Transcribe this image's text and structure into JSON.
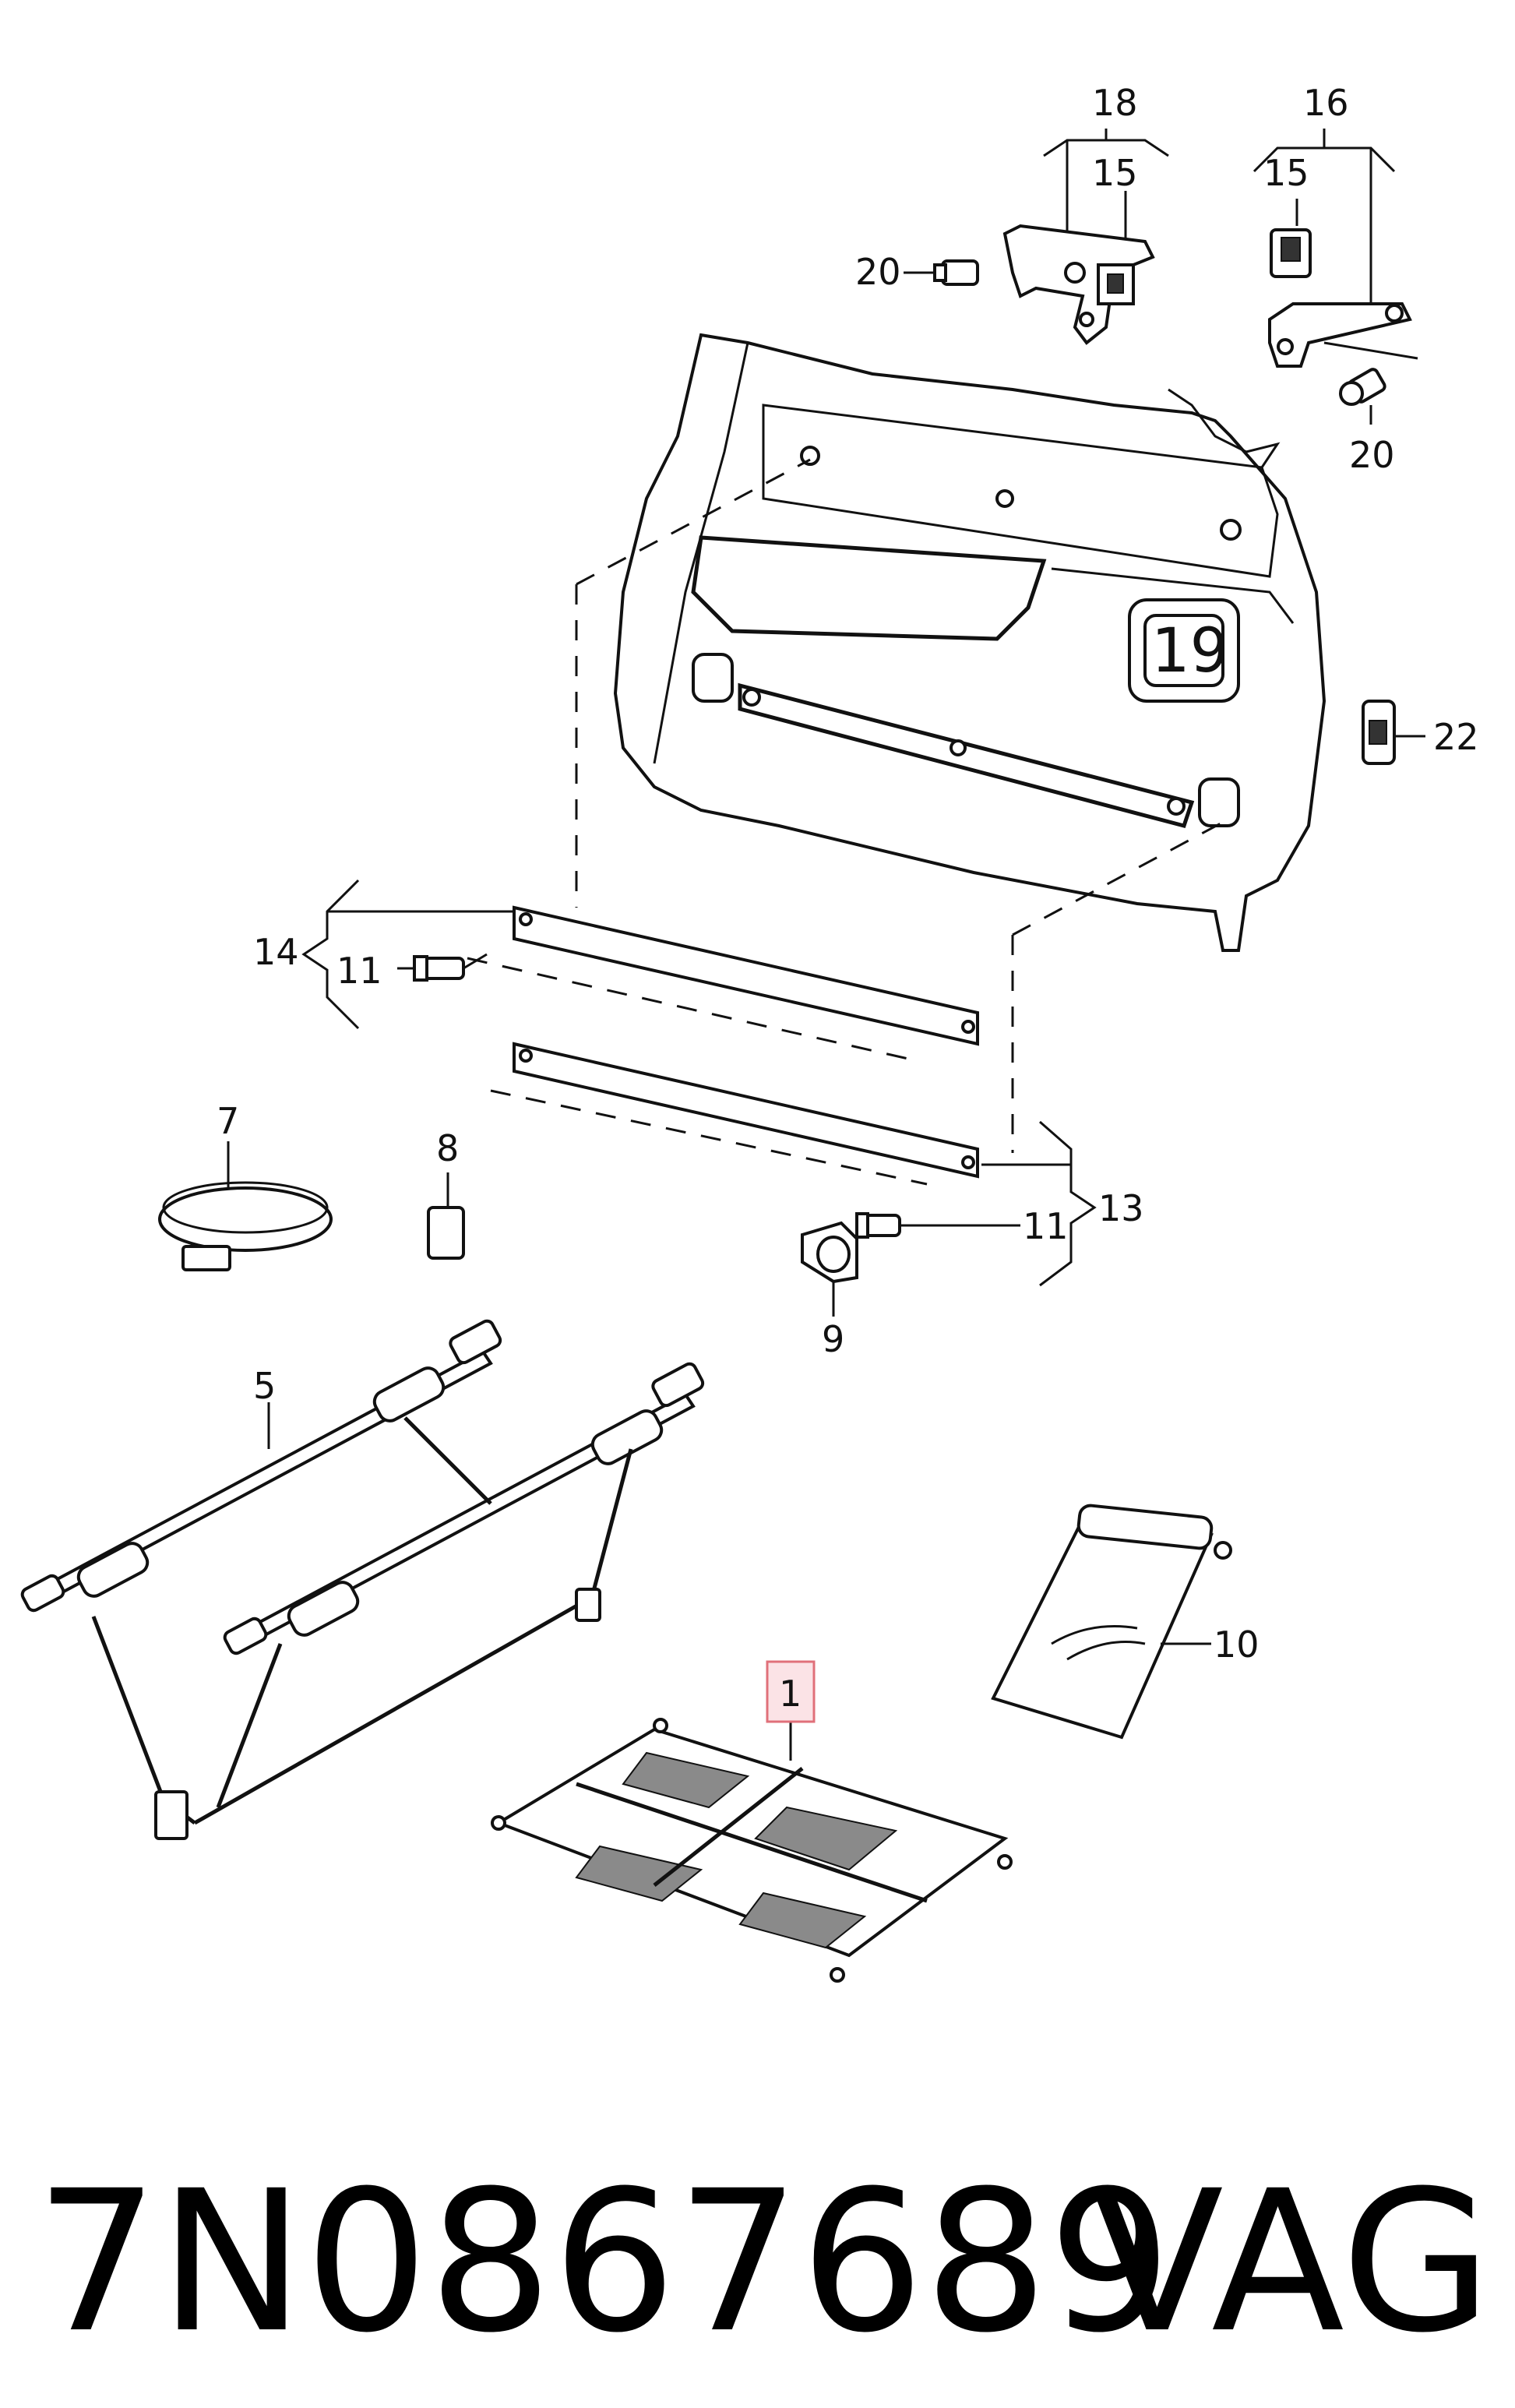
{
  "labels": {
    "l1": "1",
    "l5": "5",
    "l7": "7",
    "l8": "8",
    "l9": "9",
    "l10": "10",
    "l11a": "11",
    "l11b": "11",
    "l13": "13",
    "l14": "14",
    "l15a": "15",
    "l15b": "15",
    "l16": "16",
    "l18": "18",
    "l19": "19",
    "l20a": "20",
    "l20b": "20",
    "l22": "22"
  },
  "footer": {
    "part_number": "7N0867689",
    "brand": "VAG"
  },
  "highlight_color": "#e0707a"
}
